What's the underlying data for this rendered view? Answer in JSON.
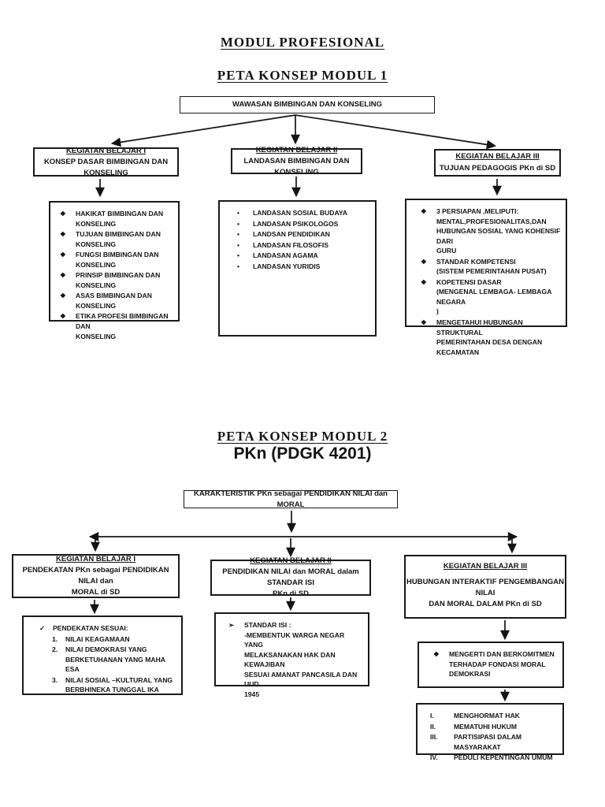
{
  "module1": {
    "title": "MODUL PROFESIONAL",
    "subtitle": "PETA KONSEP MODUL 1",
    "root": "WAWASAN BIMBINGAN DAN KONSELING",
    "kb1": {
      "title": "KEGIATAN BELAJAR I",
      "subtitle": "KONSEP DASAR BIMBINGAN DAN  KONSELING"
    },
    "kb2": {
      "title": "KEGIATAN BELAJAR II",
      "subtitle": "LANDASAN BIMBINGAN DAN KONSELING"
    },
    "kb3": {
      "title": "KEGIATAN BELAJAR III",
      "subtitle": "TUJUAN PEDAGOGIS PKn di SD"
    },
    "list1": {
      "items": [
        {
          "marker": "❖",
          "text": "HAKIKAT BIMBINGAN DAN\nKONSELING"
        },
        {
          "marker": "❖",
          "text": "TUJUAN BIMBINGAN DAN\nKONSELING"
        },
        {
          "marker": "❖",
          "text": "FUNGSI BIMBINGAN DAN\nKONSELING"
        },
        {
          "marker": "❖",
          "text": "PRINSIP BIMBINGAN DAN\nKONSELING"
        },
        {
          "marker": "❖",
          "text": "ASAS BIMBINGAN DAN KONSELING"
        },
        {
          "marker": "❖",
          "text": "ETIKA PROFESI BIMBINGAN DAN\nKONSELING"
        }
      ]
    },
    "list2": {
      "items": [
        {
          "marker": "•",
          "text": "LANDASAN SOSIAL BUDAYA"
        },
        {
          "marker": "•",
          "text": "LANDASAN PSIKOLOGOS"
        },
        {
          "marker": "•",
          "text": "LANDSAN PENDIDIKAN"
        },
        {
          "marker": "•",
          "text": "LANDASAN FILOSOFIS"
        },
        {
          "marker": "•",
          "text": "LANDASAN AGAMA"
        },
        {
          "marker": "•",
          "text": "LANDASAN YURIDIS"
        }
      ]
    },
    "list3": {
      "items": [
        {
          "marker": "❖",
          "text": "3 PERSIAPAN ,MELIPUTI:\nMENTAL,PROFESIONALITAS,DAN\nHUBUNGAN SOSIAL  YANG KOHENSIF DARI\nGURU"
        },
        {
          "marker": "❖",
          "text": "STANDAR KOMPETENSI\n(SISTEM PEMERINTAHAN PUSAT)"
        },
        {
          "marker": "❖",
          "text": "KOPETENSI DASAR\n(MENGENAL LEMBAGA- LEMBAGA NEGARA\n)"
        },
        {
          "marker": "❖",
          "text": "MENGETAHUI HUBUNGAN STRUKTURAL\nPEMERINTAHAN DESA DENGAN\nKECAMATAN"
        }
      ]
    }
  },
  "module2": {
    "subtitle": "PETA KONSEP MODUL 2",
    "course": "PKn (PDGK 4201)",
    "root": "KARAKTERISTIK PKn sebagai PENDIDIKAN NILAI dan MORAL",
    "kb1": {
      "title": "KEGIATAN BELAJAR I",
      "subtitle": "PENDEKATAN  PKn sebagai PENDIDIKAN NILAI dan\nMORAL di SD"
    },
    "kb2": {
      "title": "KEGIATAN BELAJAR II",
      "subtitle": "PENDIDIKAN NILAI dan MORAL dalam STANDAR ISI\nPKn  di SD"
    },
    "kb3": {
      "title": "KEGIATAN BELAJAR III",
      "subtitle": "HUBUNGAN INTERAKTIF  PENGEMBANGAN NILAI\nDAN MORAL DALAM PKn di SD"
    },
    "list1": {
      "items": [
        {
          "marker": "✓",
          "text": "PENDEKATAN SESUAI:"
        },
        {
          "marker": "1.",
          "text": "NILAI KEAGAMAAN",
          "indent": 1
        },
        {
          "marker": "2.",
          "text": "NILAI DEMOKRASI YANG\nBERKETUHANAN YANG MAHA\nESA",
          "indent": 1
        },
        {
          "marker": "3.",
          "text": "NILAI SOSIAL –KULTURAL YANG\nBERBHINEKA TUNGGAL IKA",
          "indent": 1
        }
      ]
    },
    "list2": {
      "items": [
        {
          "marker": "➢",
          "text": "STANDAR  ISI :\n-MEMBENTUK WARGA NEGAR YANG\nMELAKSANAKAN HAK DAN KEWAJIBAN\nSESUAI AMANAT PANCASILA DAN UUD\n1945"
        }
      ]
    },
    "commit_box": {
      "items": [
        {
          "marker": "❖",
          "text": "MENGERTI DAN BERKOMITMEN\nTERHADAP FONDASI MORAL\nDEMOKRASI"
        }
      ]
    },
    "values_box": {
      "items": [
        {
          "marker": "I.",
          "text": "MENGHORMAT HAK"
        },
        {
          "marker": "II.",
          "text": "MEMATUHI HUKUM"
        },
        {
          "marker": "III.",
          "text": "PARTISIPASI DALAM MASYARAKAT"
        },
        {
          "marker": "IV.",
          "text": "PEDULI KEPENTINGAN UMUM"
        }
      ]
    },
    "colors": {
      "ink": "#141414",
      "paper": "#ffffff"
    }
  }
}
